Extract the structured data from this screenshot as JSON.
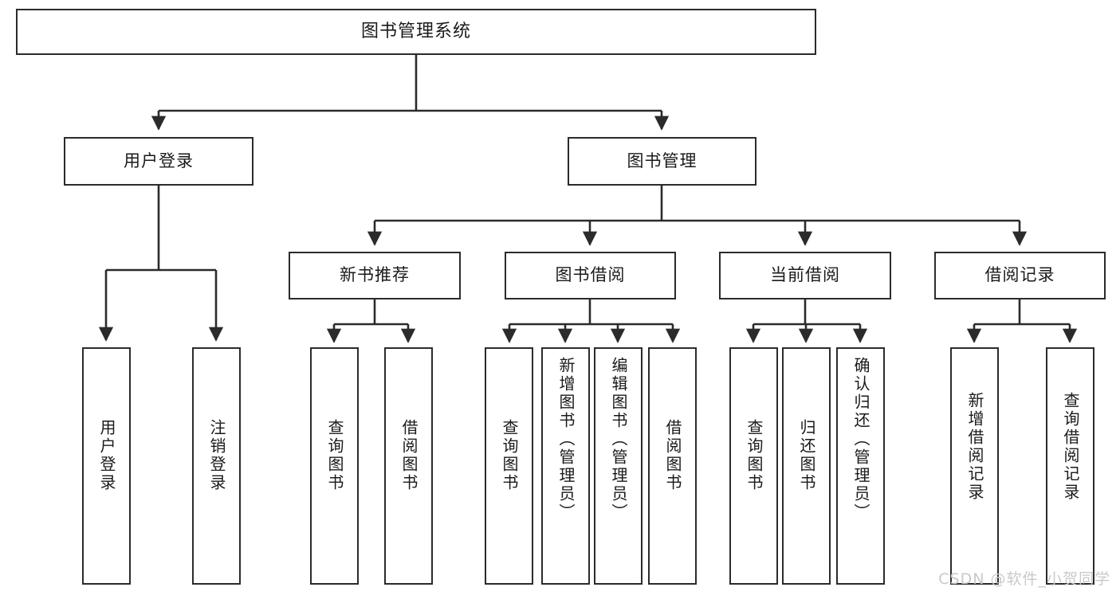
{
  "diagram": {
    "title": "图书管理系统",
    "watermark": "CSDN @软件_小贺同学",
    "level1": [
      {
        "label": "用户登录"
      },
      {
        "label": "图书管理"
      }
    ],
    "level2": [
      {
        "label": "新书推荐"
      },
      {
        "label": "图书借阅"
      },
      {
        "label": "当前借阅"
      },
      {
        "label": "借阅记录"
      }
    ],
    "leaves": {
      "user_login": [
        {
          "label": "用户登录"
        },
        {
          "label": "注销登录"
        }
      ],
      "new_book": [
        {
          "label": "查询图书"
        },
        {
          "label": "借阅图书"
        }
      ],
      "borrow": [
        {
          "label": "查询图书"
        },
        {
          "label": "新增图书（管理员）"
        },
        {
          "label": "编辑图书（管理员）"
        },
        {
          "label": "借阅图书"
        }
      ],
      "current": [
        {
          "label": "查询图书"
        },
        {
          "label": "归还图书"
        },
        {
          "label": "确认归还（管理员）"
        }
      ],
      "records": [
        {
          "label": "新增借阅记录"
        },
        {
          "label": "查询借阅记录"
        }
      ]
    }
  },
  "colors": {
    "stroke": "#2b2b2b",
    "background": "#ffffff",
    "text": "#1a1a1a",
    "watermark": "#c9c9c9"
  }
}
